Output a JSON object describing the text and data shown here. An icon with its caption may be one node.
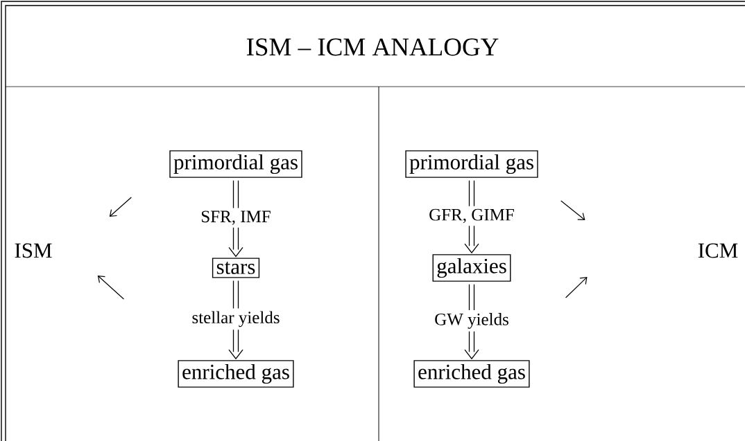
{
  "diagram": {
    "title": "ISM – ICM ANALOGY",
    "nodes": [
      {
        "text": [
          "primordial gas"
        ]
      },
      {
        "text": [
          "stars"
        ]
      },
      {
        "text": [
          "enriched gas"
        ]
      },
      {
        "text": [
          "ISM"
        ]
      },
      {
        "text": [
          "primordial gas"
        ]
      },
      {
        "text": [
          "galaxies"
        ]
      },
      {
        "text": [
          "enriched gas"
        ]
      },
      {
        "text": [
          "ICM"
        ]
      }
    ],
    "edges": [
      {
        "from": 0,
        "to": 1,
        "arrow": "to",
        "label": "SFR, IMF"
      },
      {
        "from": 1,
        "to": 2,
        "arrow": "to",
        "label": "stellar yields"
      },
      {
        "from": 4,
        "to": 5,
        "arrow": "to",
        "label": "GFR, GIMF"
      },
      {
        "from": 5,
        "to": 6,
        "arrow": "to",
        "label": "GW yields"
      }
    ]
  }
}
